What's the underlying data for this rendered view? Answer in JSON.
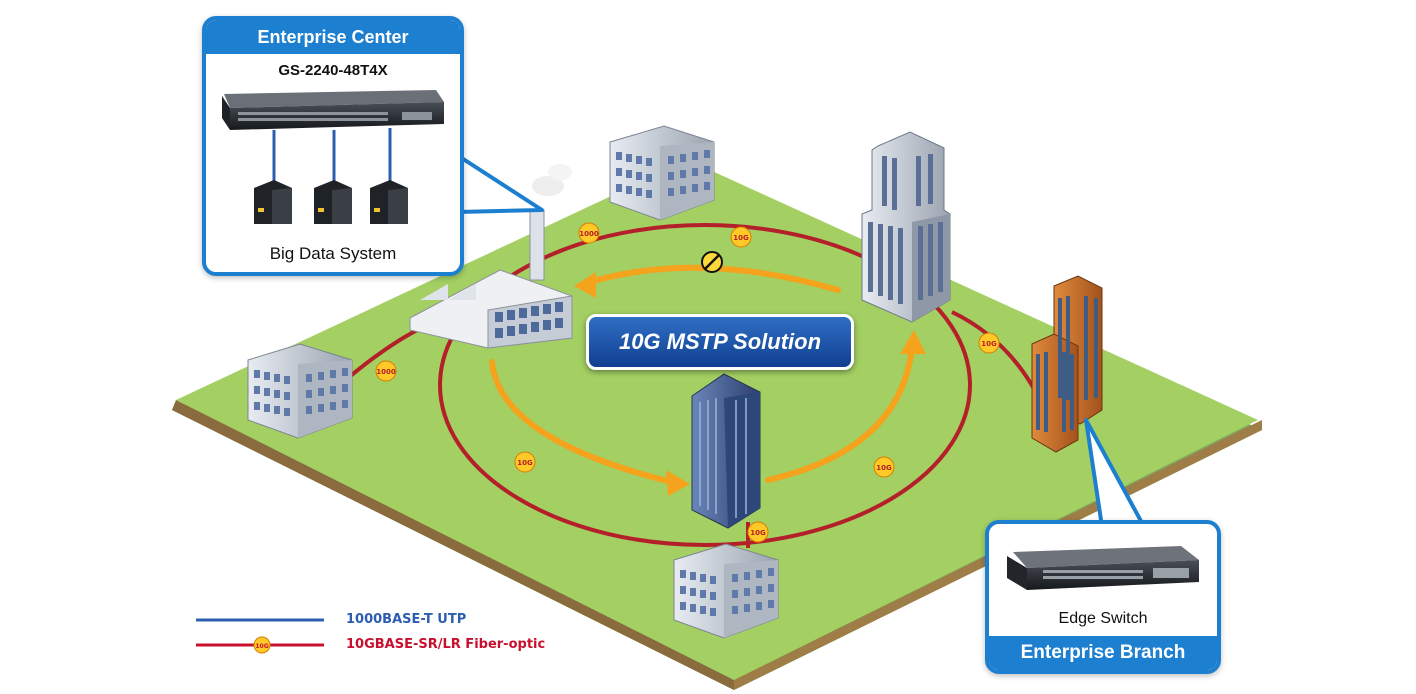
{
  "enterprise_center": {
    "title": "Enterprise Center",
    "device_model": "GS-2240-48T4X",
    "servers_label": "Big Data System"
  },
  "enterprise_branch": {
    "title": "Enterprise Branch",
    "device_label": "Edge Switch"
  },
  "solution_label": "10G MSTP Solution",
  "link_badges": [
    "1000",
    "10G",
    "1000",
    "10G",
    "10G",
    "10G",
    "10G"
  ],
  "legend": {
    "utp": {
      "label": "1000BASE-T UTP",
      "color": "#2c5db0"
    },
    "fiber": {
      "label": "10GBASE-SR/LR Fiber-optic",
      "color": "#c8102e",
      "badge": "10G"
    }
  },
  "colors": {
    "ground": "#9ccc5a",
    "ring": "#b3202a",
    "arrow": "#f5a21c",
    "callout": "#1d7fd0"
  },
  "icons": [
    "blocked-port-icon",
    "switch-icon",
    "server-icon",
    "building-icon",
    "factory-icon"
  ]
}
